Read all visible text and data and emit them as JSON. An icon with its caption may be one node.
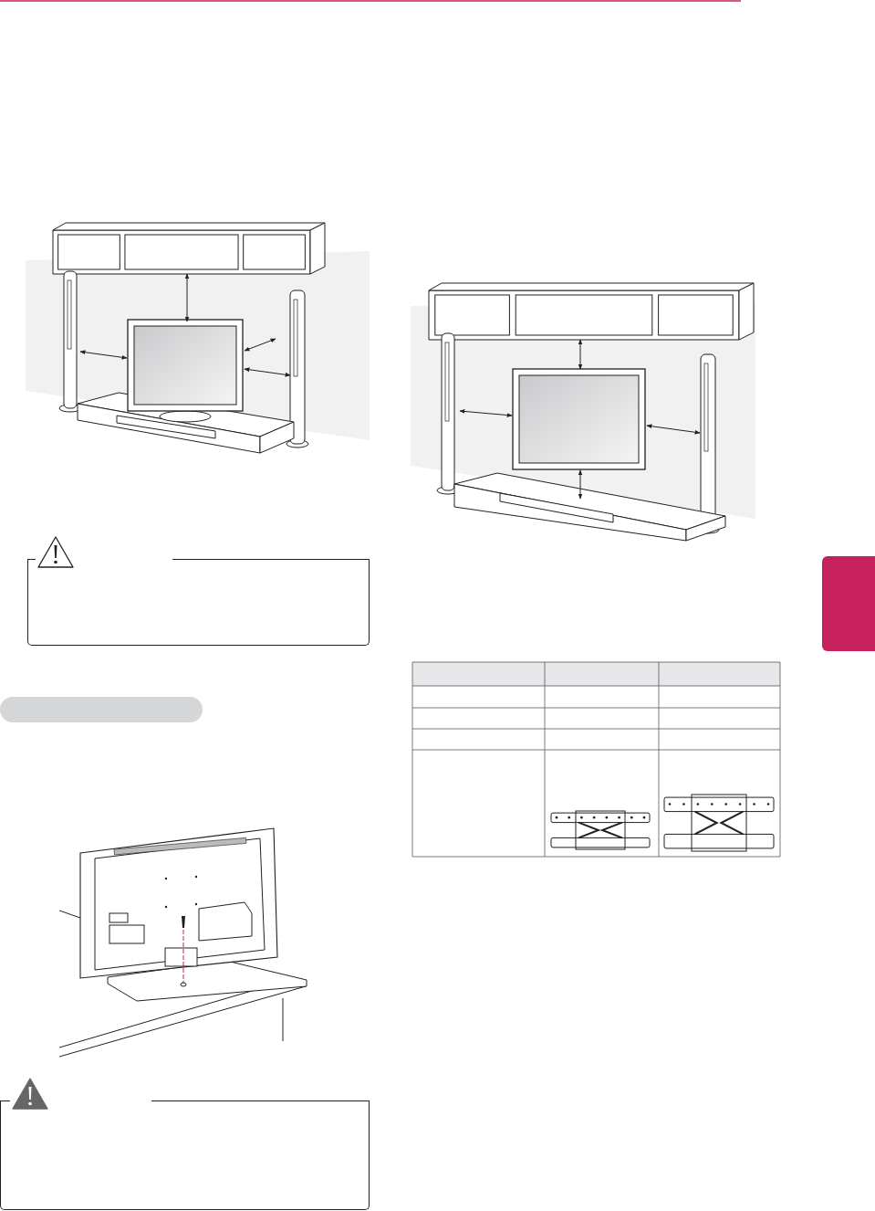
{
  "diagram": {
    "nodes": [
      {
        "text": [],
        "shape": "box"
      },
      {
        "text": [],
        "shape": "bar"
      },
      {
        "text": [],
        "shape": "box"
      },
      {
        "text": [],
        "shape": "box"
      }
    ]
  }
}
